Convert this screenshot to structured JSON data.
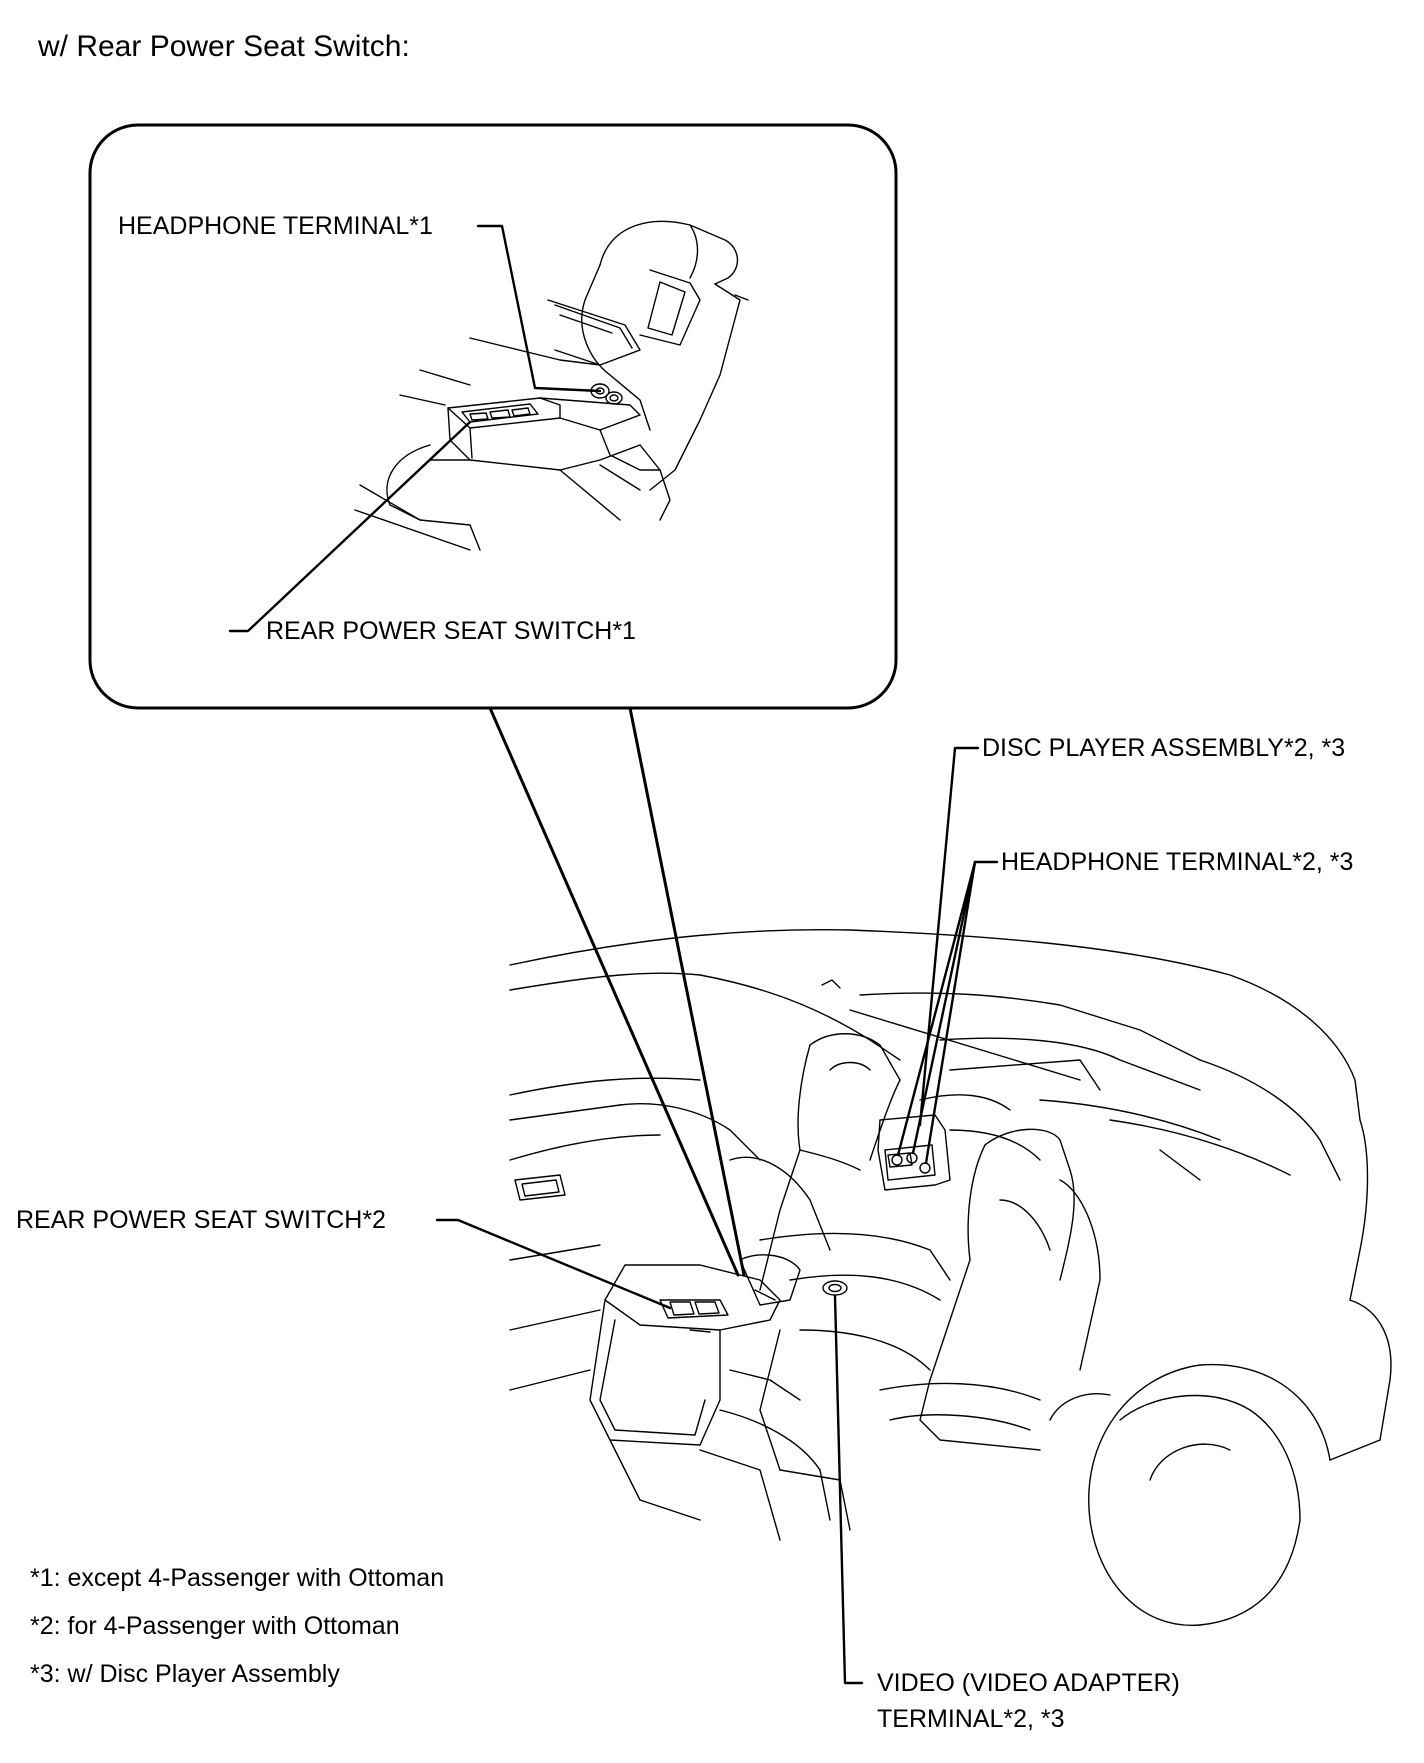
{
  "title": "w/ Rear Power Seat Switch:",
  "callout_labels": {
    "headphone_terminal_1": "HEADPHONE TERMINAL*1",
    "rear_power_seat_switch_1": "REAR POWER SEAT SWITCH*1",
    "disc_player_assembly": "DISC PLAYER ASSEMBLY*2, *3",
    "headphone_terminal_2_3": "HEADPHONE TERMINAL*2, *3",
    "rear_power_seat_switch_2": "REAR POWER SEAT SWITCH*2",
    "video_terminal_line1": "VIDEO (VIDEO ADAPTER)",
    "video_terminal_line2": "TERMINAL*2, *3"
  },
  "footnotes": [
    "*1: except 4-Passenger with Ottoman",
    "*2: for 4-Passenger with Ottoman",
    "*3: w/ Disc Player Assembly"
  ],
  "colors": {
    "line": "#000000",
    "background": "#ffffff"
  }
}
